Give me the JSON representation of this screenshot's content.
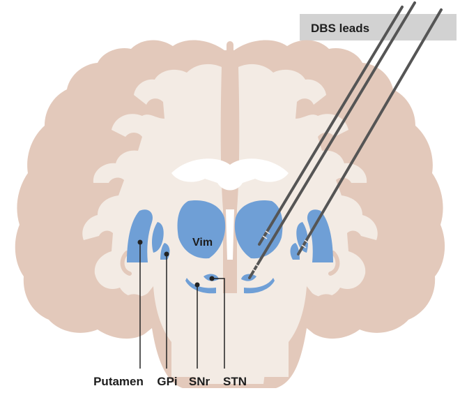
{
  "labels": {
    "banner": "DBS leads",
    "vim": "Vim",
    "putamen": "Putamen",
    "gpi": "GPi",
    "snr": "SNr",
    "stn": "STN"
  },
  "colors": {
    "cortex": "#e3c9bb",
    "white_matter": "#f3ebe4",
    "nuclei": "#6f9fd6",
    "ventricle": "#ffffff",
    "banner": "#d2d2d2",
    "lead": "#555555",
    "leader_line": "#222222"
  }
}
